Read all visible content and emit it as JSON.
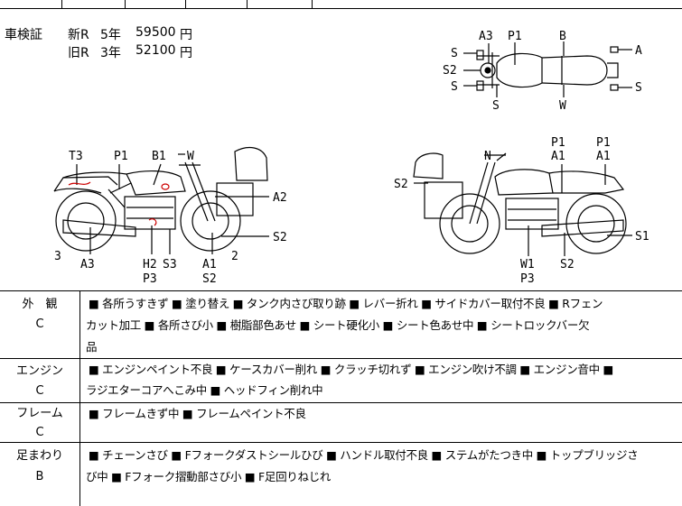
{
  "inspection": {
    "label": "車検証",
    "new_row": {
      "type": "新R",
      "years": "5年",
      "price": "59500",
      "unit": "円"
    },
    "old_row": {
      "type": "旧R",
      "years": "3年",
      "price": "52100",
      "unit": "円"
    }
  },
  "diagram": {
    "top_view_labels": {
      "a3": "A3",
      "p1": "P1",
      "b": "B",
      "s_left_top": "S",
      "s2": "S2",
      "s_left_bottom": "S",
      "s_bottom": "S",
      "w": "W",
      "a": "A",
      "s_right": "S"
    },
    "left_side_labels": {
      "t3": "T3",
      "p1": "P1",
      "b1": "B1",
      "w": "W",
      "a2": "A2",
      "s2": "S2",
      "num3": "3",
      "a3": "A3",
      "h2": "H2",
      "s3": "S3",
      "p3": "P3",
      "a1": "A1",
      "num2": "2",
      "s2b": "S2"
    },
    "right_side_labels": {
      "n": "N",
      "p1a": "P1",
      "a1a": "A1",
      "p1b": "P1",
      "a1b": "A1",
      "s2": "S2",
      "s1": "S1",
      "w1": "W1",
      "p3": "P3",
      "s2b": "S2"
    }
  },
  "conditions": [
    {
      "category": "外　観",
      "grade": "C",
      "lines": [
        "■ 各所うすきず ■ 塗り替え ■ タンク内さび取り跡 ■ レバー折れ ■ サイドカバー取付不良 ■ Rフェン",
        "カット加工 ■ 各所さび小 ■ 樹脂部色あせ ■ シート硬化小 ■ シート色あせ中 ■ シートロックバー欠",
        "品"
      ]
    },
    {
      "category": "エンジン",
      "grade": "C",
      "lines": [
        "■ エンジンペイント不良 ■ ケースカバー削れ ■ クラッチ切れず ■ エンジン吹け不調 ■ エンジン音中 ■",
        "ラジエターコアへこみ中 ■ ヘッドフィン削れ中"
      ]
    },
    {
      "category": "フレーム",
      "grade": "C",
      "lines": [
        "■ フレームきず中 ■ フレームペイント不良"
      ]
    },
    {
      "category": "足まわり",
      "grade": "B",
      "lines": [
        "■ チェーンさび ■ Fフォークダストシールひび ■ ハンドル取付不良 ■ ステムがたつき中 ■ トップブリッジさ",
        "び中 ■ Fフォーク摺動部さび小 ■ F足回りねじれ"
      ]
    }
  ]
}
